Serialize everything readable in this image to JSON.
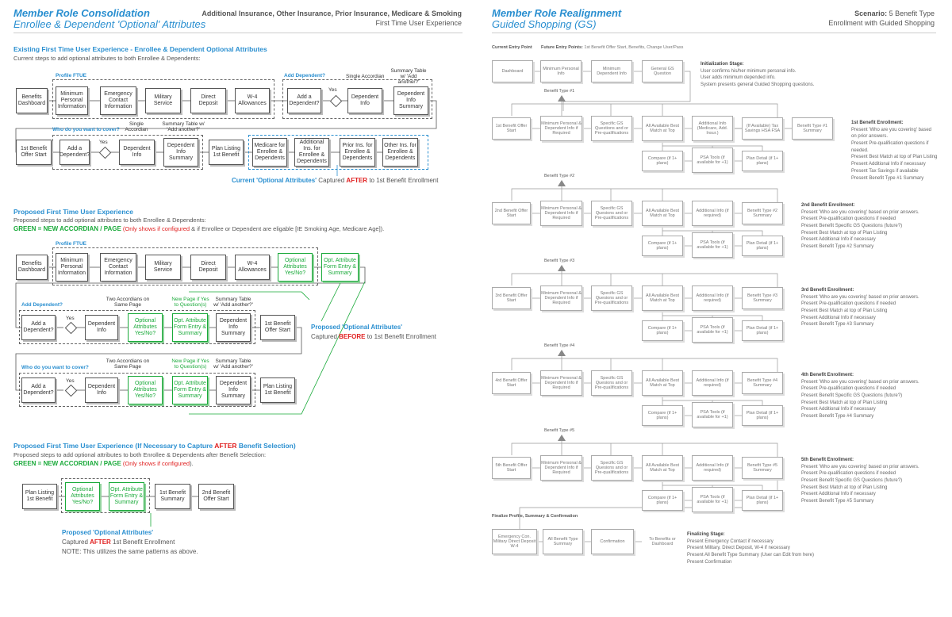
{
  "left": {
    "title": "Member Role Consolidation",
    "subtitle": "Enrollee & Dependent 'Optional' Attributes",
    "header_right_1": "Additional Insurance, Other Insurance, Prior Insurance, Medicare & Smoking",
    "header_right_2": "First Time User Experience",
    "s1": {
      "heading": "Existing First Time User Experience - Enrollee & Dependent Optional Attributes",
      "desc": "Current steps to add optional attributes to both Enrollee & Dependents:",
      "profile_label": "Profile FTUE",
      "add_dep_label": "Add Dependent?",
      "who_label": "Who do you want to cover?",
      "single_accordian": "Single Accordian",
      "summary_table": "Summary Table w/ 'Add another?'",
      "single_accordian2": "Single Accordian",
      "summary_table2": "Summary Table w/ 'Add another?'",
      "boxes": {
        "benefits_dashboard": "Benefits Dashboard",
        "min_personal": "Minimum Personal Information",
        "emergency": "Emergency Contact Information",
        "military": "Military Service",
        "direct": "Direct Deposit",
        "w4": "W-4 Allowances",
        "add_dependent": "Add a Dependent?",
        "yes": "Yes",
        "dep_info": "Dependent Info",
        "dep_info_summary": "Dependent Info Summary",
        "first_benefit": "1st Benefit Offer Start",
        "add_dependent2": "Add a Dependent?",
        "yes2": "Yes",
        "dep_info2": "Dependent Info",
        "dep_info_summary2": "Dependent Info Summary",
        "plan_listing": "Plan Listing 1st Benefit",
        "medicare": "Medicare for Enrollee & Dependents",
        "additional_ins": "Additional Ins. for Enrollee & Dependents",
        "prior_ins": "Prior Ins. for Enrollee & Dependents",
        "other_ins": "Other Ins. for Enrollee & Dependents"
      },
      "caption_pre": "Current 'Optional Attributes'",
      "caption_mid": " Captured ",
      "caption_red": "AFTER",
      "caption_post": " to 1st Benefit Enrollment"
    },
    "s2": {
      "heading": "Proposed First Time User Experience",
      "desc": "Proposed steps to add optional attributes to both Enrollee & Dependents:",
      "green_line": "GREEN = NEW ACCORDIAN / PAGE",
      "red_line": " (Only shows if configured",
      "tail_line": " & if Enrollee or Dependent are eligable [IE Smoking Age, Medicare Age]).",
      "profile_label": "Profile FTUE",
      "add_dep_label": "Add Dependent?",
      "who_label": "Who do you want to cover?",
      "two_accordians": "Two Accordians on Same Page",
      "new_page": "New Page if Yes to Question(s)",
      "summary_table": "Summary Table w/ 'Add another?'",
      "boxes": {
        "benefits_dashboard": "Benefits Dashboard",
        "min_personal": "Minimum Personal Information",
        "emergency": "Emergency Contact Information",
        "military": "Military Service",
        "direct": "Direct Deposit",
        "w4": "W-4 Allowances",
        "optional_attr": "Optional Attributes Yes/No?",
        "opt_form": "Opt. Attribute Form Entry & Summary",
        "add_dependent": "Add a Dependent?",
        "yes": "Yes",
        "dep_info": "Dependent Info",
        "dep_info_summary": "Dependent Info Summary",
        "first_benefit": "1st Benefit Offer Start",
        "plan_listing": "Plan Listing 1st Benefit"
      },
      "caption_title": "Proposed 'Optional Attributes'",
      "caption_pre": "Captured ",
      "caption_red": "BEFORE",
      "caption_post": " to 1st Benefit Enrollment"
    },
    "s3": {
      "heading_pre": "Proposed First Time User Experience (If Necessary to Capture ",
      "heading_red": "AFTER",
      "heading_post": " Benefit Selection)",
      "desc": "Proposed steps to add optional attributes to both Enrollee & Dependents after Benefit Selection:",
      "green_line": "GREEN = NEW ACCORDIAN / PAGE",
      "red_line": " (Only shows if configured",
      "tail_line": ").",
      "boxes": {
        "plan_listing": "Plan Listing 1st Benefit",
        "optional_attr": "Optional Attributes Yes/No?",
        "opt_form": "Opt. Attribute Form Entry & Summary",
        "first_summary": "1st Benefit Summary",
        "second_offer": "2nd Benefit Offer Start"
      },
      "caption_title": "Proposed 'Optional Attributes'",
      "caption_pre": "Captured ",
      "caption_red": "AFTER",
      "caption_post": " 1st Benefit Enrollment",
      "note": "NOTE: This utilizes the same patterns as above."
    }
  },
  "right": {
    "title": "Member Role Realignment",
    "subtitle": "Guided Shopping (GS)",
    "scenario_label": "Scenario:",
    "scenario_value": " 5 Benefit Type",
    "header_right_2": "Enrollment with Guided Shopping",
    "current_entry": "Current Entry Point",
    "future_entry_bold": "Future Entry Points:",
    "future_entry_rest": " 1st Benefit Offer Start, Benefits, Change User/Pass",
    "init_boxes": [
      "Dashboard",
      "Minimum Personal Info",
      "Minimum Dependent Info",
      "General GS Question"
    ],
    "init_stage": {
      "title": "Initialization Stage:",
      "lines": [
        "User confirms his/her minimum personal info.",
        "User adds minimum depended info.",
        "System presents general Guided Shopping questions."
      ]
    },
    "benefit_types": [
      {
        "label": "Benefit Type #1",
        "offer": "1st Benefit Offer Start",
        "min": "Minimum Personal & Dependent Info if Required",
        "specific": "Specific GS Questions and or Pre-qualifications",
        "available": "All Available Best Match at Top",
        "additional": "Additional Info (Medicare, Add. Insur.)",
        "tax": "(If Available) Tax Savings HSA FSA",
        "summary": "Benefit Type #1 Summary",
        "compare": "Compare (if 1+ plans)",
        "psa": "PSA Tools (if available for +1)",
        "plan_detail": "Plan Detail (if 1+ plans)",
        "stage_title": "1st Benefit Enrollment:",
        "stage_lines": [
          "Present 'Who are you covering' based",
          "on prior answers.",
          "Present Pre-qualification questions if",
          "needed.",
          "Present Best Match at top of Plan Listing",
          "Present Additional Info if necessary",
          "Present Tax Savings if available",
          "Present Benefit Type #1 Summary"
        ]
      },
      {
        "label": "Benefit Type #2",
        "offer": "2nd Benefit Offer Start",
        "min": "Minimum Personal & Dependent Info if Required",
        "specific": "Specific GS Quesions and or Pre-qualifications",
        "available": "All Available Best Match at Top",
        "additional": "Additional Info (if required)",
        "summary": "Benefit Type #2 Summary",
        "compare": "Compare (if 1+ plans)",
        "psa": "PSA Tools (if available for +1)",
        "plan_detail": "Plan Detail (if 1+ plans)",
        "stage_title": "2nd Benefit Enrollment:",
        "stage_lines": [
          "Present 'Who are you covering' based on prior answers.",
          "Present Pre-qualification questions if needed",
          "Present Benefit Specific GS Questions (future?)",
          "Present Best Match at top of Plan Listing",
          "Present Additional Info if necessary",
          "Present Benefit Type #2 Summary"
        ]
      },
      {
        "label": "Benefit Type #3",
        "offer": "3rd Benefit Offer Start",
        "min": "Minimum Personal & Dependent Info if Required",
        "specific": "Specific GS Quesions and or Pre-qualifications",
        "available": "All Available Best Match at Top",
        "additional": "Additional Info (if required)",
        "summary": "Benefit Type #3 Summary",
        "compare": "Compare (if 1+ plans)",
        "psa": "PSA Tools (if available for +1)",
        "plan_detail": "Plan Detail (if 1+ plans)",
        "stage_title": "3rd Benefit Enrollment:",
        "stage_lines": [
          "Present 'Who are you covering' based on prior answers.",
          "Present Pre-qualification questions if needed",
          "Present Best Match at top of Plan Listing",
          "Present Additional Info if necessary",
          "Present Benefit Type #3 Summary"
        ]
      },
      {
        "label": "Benefit Type #4",
        "offer": "4rd Benefit Offer Start",
        "min": "Minimum Personal & Dependent Info if Required",
        "specific": "Specific GS Quesions and or Pre-qualifications",
        "available": "All Available Best Match at Top",
        "additional": "Additional Info (if required)",
        "summary": "Benefit Type #4 Summary",
        "compare": "Compare (if 1+ plans)",
        "psa": "PSA Tools (if available for +1)",
        "plan_detail": "Plan Detail (if 1+ plans)",
        "stage_title": "4th Benefit Enrollment:",
        "stage_lines": [
          "Present 'Who are you covering' based on prior answers.",
          "Present Pre-qualification questions if needed",
          "Present Benefit Specific GS Questions (future?)",
          "Present Best Match at top of Plan Listing",
          "Present Additional Info if necessary",
          "Present Benefit Type #4 Summary"
        ]
      },
      {
        "label": "Benefit Type #5",
        "offer": "5th Benefit Offer Start",
        "min": "Minimum Personal & Dependent Info if Required",
        "specific": "Specific GS Quesions and or Pre-qualifications",
        "available": "All Available Best Match at Top",
        "additional": "Additional Info (if required)",
        "summary": "Benefit Type #5 Summary",
        "compare": "Compare (if 1+ plans)",
        "psa": "PSA Tools (if available for +1)",
        "plan_detail": "Plan Detail (if 1+ plans)",
        "stage_title": "5th Benefit Enrollment:",
        "stage_lines": [
          "Present 'Who are you covering' based on prior answers.",
          "Present Pre-qualification questions if needed",
          "Present Benefit Specific GS Questions (future?)",
          "Present Best Match at top of Plan Listing",
          "Present Additional Info if necessary",
          "Present Benefit Type #5 Summary"
        ]
      }
    ],
    "finalize": {
      "label": "Finalize Profile, Summary & Confirmation",
      "boxes": [
        "Emergency Con. Military Direct Deposit W-4",
        "All Benefit Type Summary",
        "Confirmation",
        "To Benefits or Dashboard"
      ],
      "stage_title": "Finalizing Stage:",
      "stage_lines": [
        "Present Emergency Contact if necessary",
        "Present Military, Direct Deposit, W-4 if necessary",
        "Present All Benefit Type Summary (User can Edit from here)",
        "Present Confirmation"
      ]
    }
  }
}
